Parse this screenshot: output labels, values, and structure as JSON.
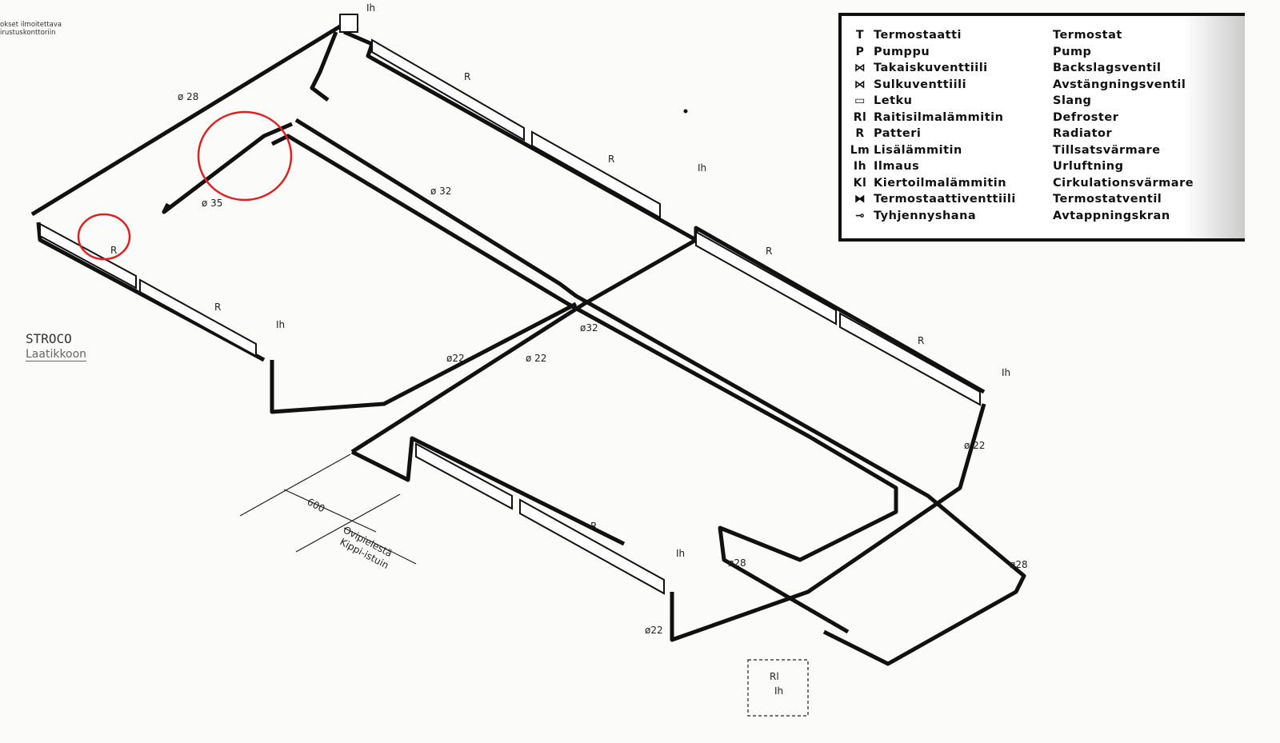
{
  "note": {
    "line1": "okset ilmoitettava",
    "line2": "irustuskonttoriin"
  },
  "legend": [
    {
      "symbol": "T",
      "fi": "Termostaatti",
      "sv": "Termostat"
    },
    {
      "symbol": "P",
      "fi": "Pumppu",
      "sv": "Pump"
    },
    {
      "symbol": "⋈",
      "fi": "Takaiskuventtiili",
      "sv": "Backslagsventil"
    },
    {
      "symbol": "⋈",
      "fi": "Sulkuventtiili",
      "sv": "Avstängningsventil"
    },
    {
      "symbol": "▭",
      "fi": "Letku",
      "sv": "Slang"
    },
    {
      "symbol": "Rl",
      "fi": "Raitisilmalämmitin",
      "sv": "Defroster"
    },
    {
      "symbol": "R",
      "fi": "Patteri",
      "sv": "Radiator"
    },
    {
      "symbol": "Lm",
      "fi": "Lisälämmitin",
      "sv": "Tillsatsvärmare"
    },
    {
      "symbol": "Ih",
      "fi": "Ilmaus",
      "sv": "Urluftning"
    },
    {
      "symbol": "Kl",
      "fi": "Kiertoilmalämmitin",
      "sv": "Cirkulationsvärmare"
    },
    {
      "symbol": "⧓",
      "fi": "Termostaattiventtiili",
      "sv": "Termostatventil"
    },
    {
      "symbol": "⊸",
      "fi": "Tyhjennyshana",
      "sv": "Avtappningskran"
    }
  ],
  "labels": {
    "d28a": "ø 28",
    "d35": "ø 35",
    "d32a": "ø 32",
    "d32b": "ø32",
    "d22a": "ø22",
    "d22b": "ø 22",
    "d22c": "ø 22",
    "d22d": "ø22",
    "d28b": "ø28",
    "d28c": "ø28",
    "r": "R",
    "ih": "Ih",
    "rl": "Rl",
    "dim": "600",
    "ovi": "Ovipielestä",
    "kippi": "Kippi-istuin"
  },
  "stroco": "STROCO",
  "laatikkoon": "Laatikkoon"
}
